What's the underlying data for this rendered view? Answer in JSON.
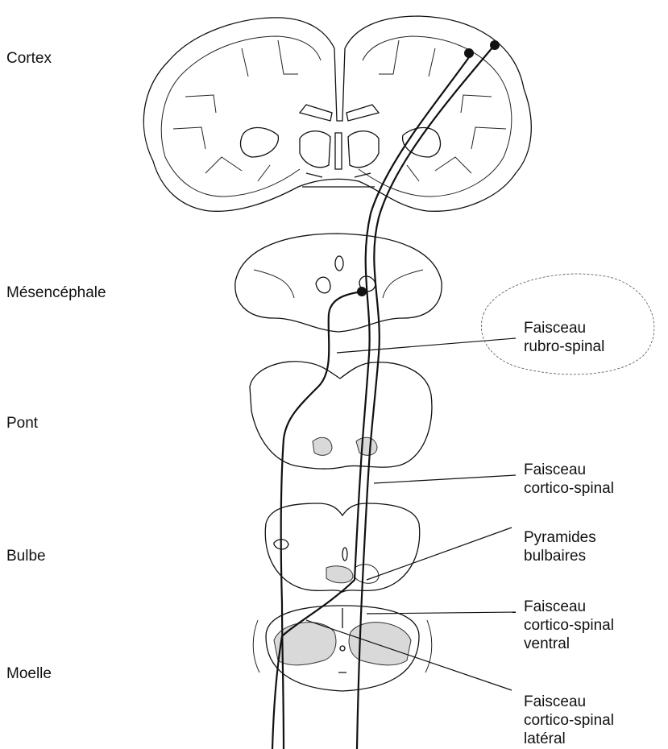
{
  "levels": {
    "cortex": "Cortex",
    "mesencephale": "Mésencéphale",
    "pont": "Pont",
    "bulbe": "Bulbe",
    "moelle": "Moelle"
  },
  "callouts": {
    "rubro_spinal": [
      "Faisceau",
      "rubro-spinal"
    ],
    "cortico_spinal": [
      "Faisceau",
      "cortico-spinal"
    ],
    "pyramides": [
      "Pyramides",
      "bulbaires"
    ],
    "cortico_spinal_ventral": [
      "Faisceau",
      "cortico-spinal",
      "ventral"
    ],
    "cortico_spinal_lateral": [
      "Faisceau",
      "cortico-spinal",
      "latéral"
    ]
  }
}
